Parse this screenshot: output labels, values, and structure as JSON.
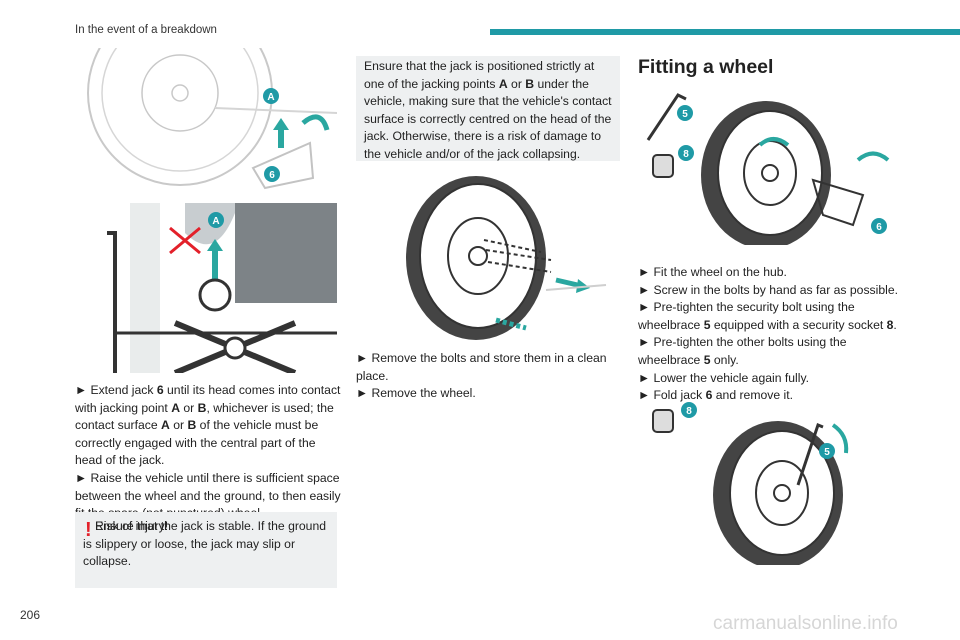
{
  "header": {
    "section": "In the event of a breakdown",
    "accent": "#1f9aa6"
  },
  "callouts": {
    "a": "A",
    "six": "6",
    "five": "5",
    "eight": "8"
  },
  "col1": {
    "step1": [
      "► Extend jack ",
      "6",
      " until its head comes into contact with jacking point ",
      "A",
      " or ",
      "B",
      ", whichever is used; the contact surface ",
      "A",
      " or ",
      "B",
      " of the vehicle must be correctly engaged with the central part of the head of the jack."
    ],
    "step2": "► Raise the vehicle until there is sufficient space between the wheel and the ground, to then easily fit the spare (not punctured) wheel.",
    "warning_title": "Risk of injury!",
    "warning_text": "Ensure that the jack is stable. If the ground is slippery or loose, the jack may slip or collapse."
  },
  "col2": {
    "note": [
      "Ensure that the jack is positioned strictly at one of the jacking points ",
      "A",
      " or ",
      "B",
      " under the vehicle, making sure that the vehicle's contact surface is correctly centred on the head of the jack. Otherwise, there is a risk of damage to the vehicle and/or of the jack collapsing."
    ],
    "step1": "► Remove the bolts and store them in a clean place.",
    "step2": "► Remove the wheel."
  },
  "col3": {
    "title": "Fitting a wheel",
    "step1": "► Fit the wheel on the hub.",
    "step2": "► Screw in the bolts by hand as far as possible.",
    "step3": [
      "► Pre-tighten the security bolt using the wheelbrace ",
      "5",
      " equipped with a security socket ",
      "8",
      "."
    ],
    "step4": [
      "► Pre-tighten the other bolts using the wheelbrace ",
      "5",
      " only."
    ],
    "step5": "► Lower the vehicle again fully.",
    "step6": [
      "► Fold jack ",
      "6",
      " and remove it."
    ]
  },
  "footer": {
    "page_number": "206",
    "site": "carmanualsonline.info"
  }
}
